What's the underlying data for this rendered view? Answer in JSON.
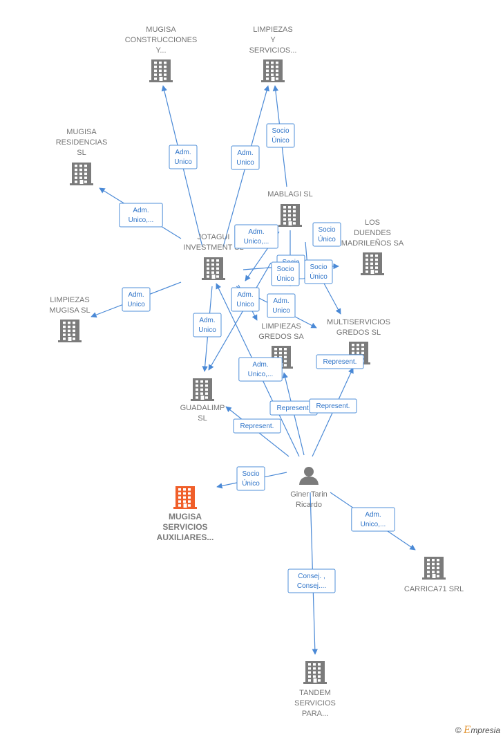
{
  "nodes": [
    {
      "id": "mugisa-construcciones",
      "kind": "company",
      "lines": [
        "MUGISA",
        "CONSTRUCCIONES",
        "Y..."
      ]
    },
    {
      "id": "limpiezas-servicios",
      "kind": "company",
      "lines": [
        "LIMPIEZAS",
        "Y",
        "SERVICIOS..."
      ]
    },
    {
      "id": "mugisa-residencias",
      "kind": "company",
      "lines": [
        "MUGISA",
        "RESIDENCIAS",
        "SL"
      ]
    },
    {
      "id": "mablagi",
      "kind": "company",
      "lines": [
        "MABLAGI  SL"
      ]
    },
    {
      "id": "los-duendes",
      "kind": "company",
      "lines": [
        "LOS",
        "DUENDES",
        "MADRILEÑOS SA"
      ]
    },
    {
      "id": "jotagui",
      "kind": "company",
      "lines": [
        "JOTAGUI",
        "INVESTMENT SL"
      ]
    },
    {
      "id": "limpiezas-mugisa",
      "kind": "company",
      "lines": [
        "LIMPIEZAS",
        "MUGISA SL"
      ]
    },
    {
      "id": "limpiezas-gredos",
      "kind": "company",
      "lines": [
        "LIMPIEZAS",
        "GREDOS SA"
      ]
    },
    {
      "id": "multiservicios-gredos",
      "kind": "company",
      "lines": [
        "MULTISERVICIOS",
        "GREDOS SL"
      ]
    },
    {
      "id": "guadalimp",
      "kind": "company",
      "lines": [
        "GUADALIMP",
        "SL"
      ]
    },
    {
      "id": "mugisa-servicios",
      "kind": "main",
      "lines": [
        "MUGISA",
        "SERVICIOS",
        "AUXILIARES..."
      ]
    },
    {
      "id": "giner-tarin",
      "kind": "person",
      "lines": [
        "Giner Tarin",
        "Ricardo"
      ]
    },
    {
      "id": "carrica71",
      "kind": "company",
      "lines": [
        "CARRICA71 SRL"
      ]
    },
    {
      "id": "tandem",
      "kind": "company",
      "lines": [
        "TANDEM",
        "SERVICIOS",
        "PARA..."
      ]
    }
  ],
  "edges": [
    {
      "label": [
        "Adm.",
        "Unico"
      ]
    },
    {
      "label": [
        "Adm.",
        "Unico"
      ]
    },
    {
      "label": [
        "Socio",
        "Único"
      ]
    },
    {
      "label": [
        "Adm.",
        "Unico,..."
      ]
    },
    {
      "label": [
        "Adm.",
        "Unico"
      ]
    },
    {
      "label": [
        "Adm.",
        "Unico,..."
      ]
    },
    {
      "label": [
        "Socio",
        "Único"
      ]
    },
    {
      "label": [
        "Socio",
        "Único"
      ]
    },
    {
      "label": [
        "Socio",
        "Único"
      ]
    },
    {
      "label": [
        "Socio",
        "Único"
      ]
    },
    {
      "label": [
        "Adm.",
        "Unico"
      ]
    },
    {
      "label": [
        "Adm.",
        "Unico"
      ]
    },
    {
      "label": [
        "Adm.",
        "Unico,..."
      ]
    },
    {
      "label": [
        "Adm.",
        "Unico"
      ]
    },
    {
      "label": [
        "Represent."
      ]
    },
    {
      "label": [
        "Represent."
      ]
    },
    {
      "label": [
        "Represent."
      ]
    },
    {
      "label": [
        "Represent."
      ]
    },
    {
      "label": [
        "Socio",
        "Único"
      ]
    },
    {
      "label": [
        "Adm.",
        "Unico,..."
      ]
    },
    {
      "label": [
        "Consej. ,",
        "Consej...."
      ]
    }
  ],
  "footer": {
    "copyright": "©",
    "brand_initial": "E",
    "brand_rest": "mpresia"
  }
}
